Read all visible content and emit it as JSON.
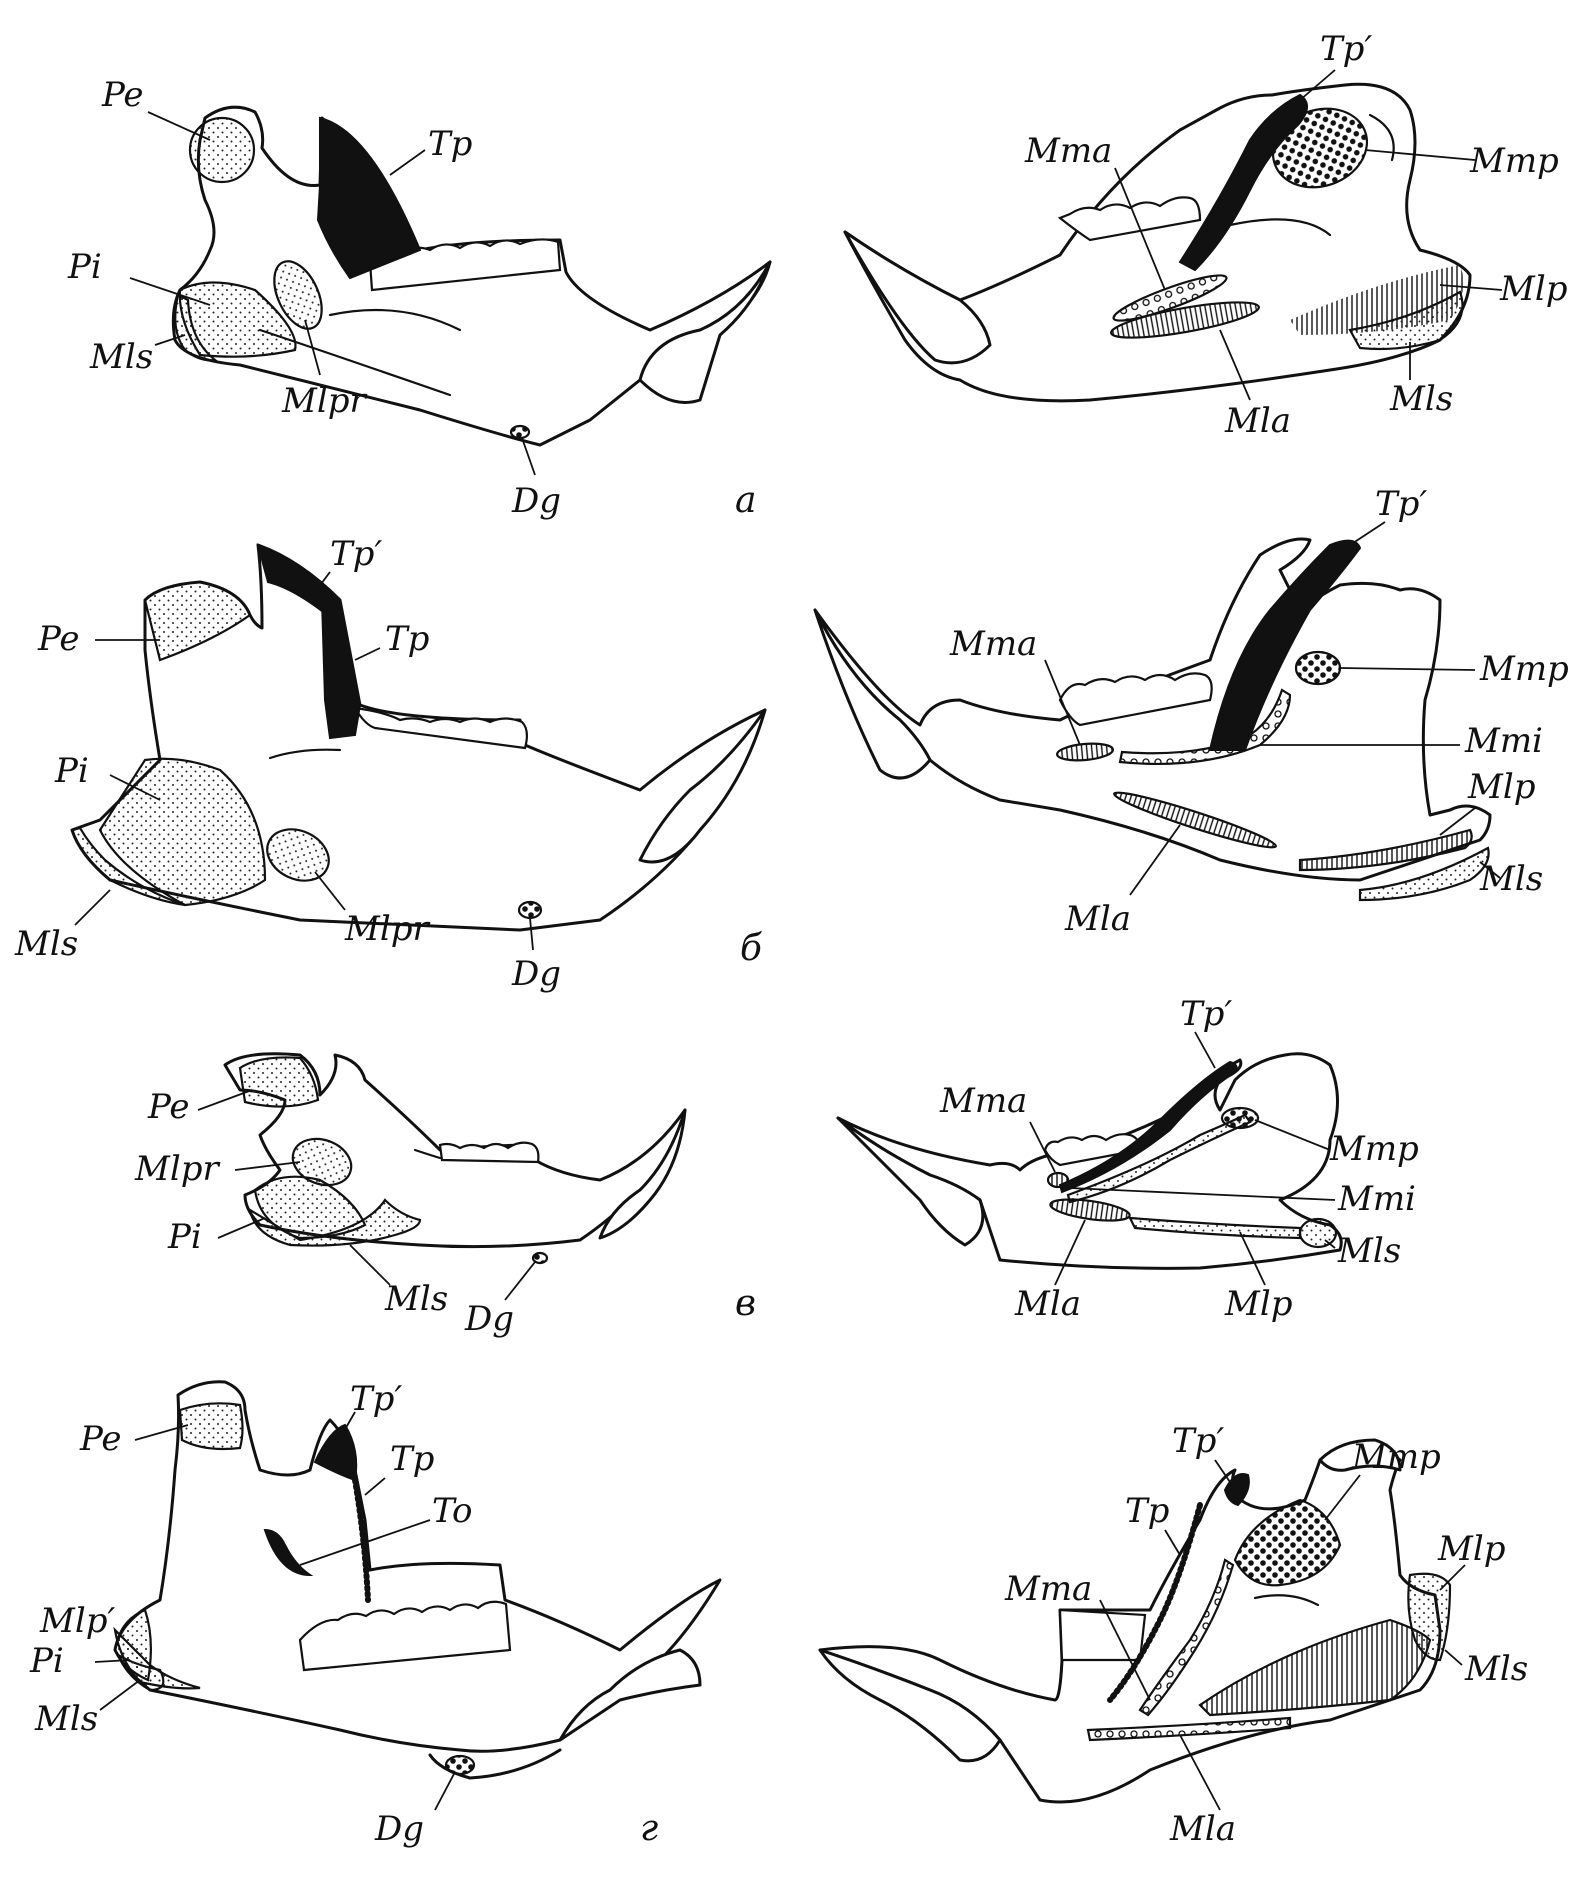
{
  "panels": {
    "a": {
      "letter": "а",
      "left": {
        "Pe": "Pe",
        "Tp": "Tp",
        "Pi": "Pi",
        "Mls": "Mls",
        "Mlpr": "Mlpr",
        "Dg": "Dg"
      },
      "right": {
        "Tp1": "Tp′",
        "Mma": "Mma",
        "Mmp": "Mmp",
        "Mlp": "Mlp",
        "Mla": "Mla",
        "Mls": "Mls"
      }
    },
    "b": {
      "letter": "б",
      "left": {
        "Tp1": "Tp′",
        "Pe": "Pe",
        "Tp": "Tp",
        "Pi": "Pi",
        "Mls": "Mls",
        "Mlpr": "Mlpr",
        "Dg": "Dg"
      },
      "right": {
        "Tp1": "Tp′",
        "Mma": "Mma",
        "Mmp": "Mmp",
        "Mmi": "Mmi",
        "Mlp": "Mlp",
        "Mla": "Mla",
        "Mls": "Mls"
      }
    },
    "c": {
      "letter": "в",
      "left": {
        "Pe": "Pe",
        "Mlpr": "Mlpr",
        "Pi": "Pi",
        "Mls": "Mls",
        "Dg": "Dg"
      },
      "right": {
        "Tp1": "Tp′",
        "Mma": "Mma",
        "Mmp": "Mmp",
        "Mmi": "Mmi",
        "Mls": "Mls",
        "Mla": "Mla",
        "Mlp": "Mlp"
      }
    },
    "d": {
      "letter": "г",
      "left": {
        "Tp1": "Tp′",
        "Pe": "Pe",
        "Tp": "Tp",
        "To": "To",
        "Mlp1": "Mlp′",
        "Pi": "Pi",
        "Mls": "Mls",
        "Dg": "Dg"
      },
      "right": {
        "Tp1": "Tp′",
        "Mmp": "Mmp",
        "Tp": "Tp",
        "Mlp": "Mlp",
        "Mma": "Mma",
        "Mls": "Mls",
        "Mla": "Mla"
      }
    }
  }
}
